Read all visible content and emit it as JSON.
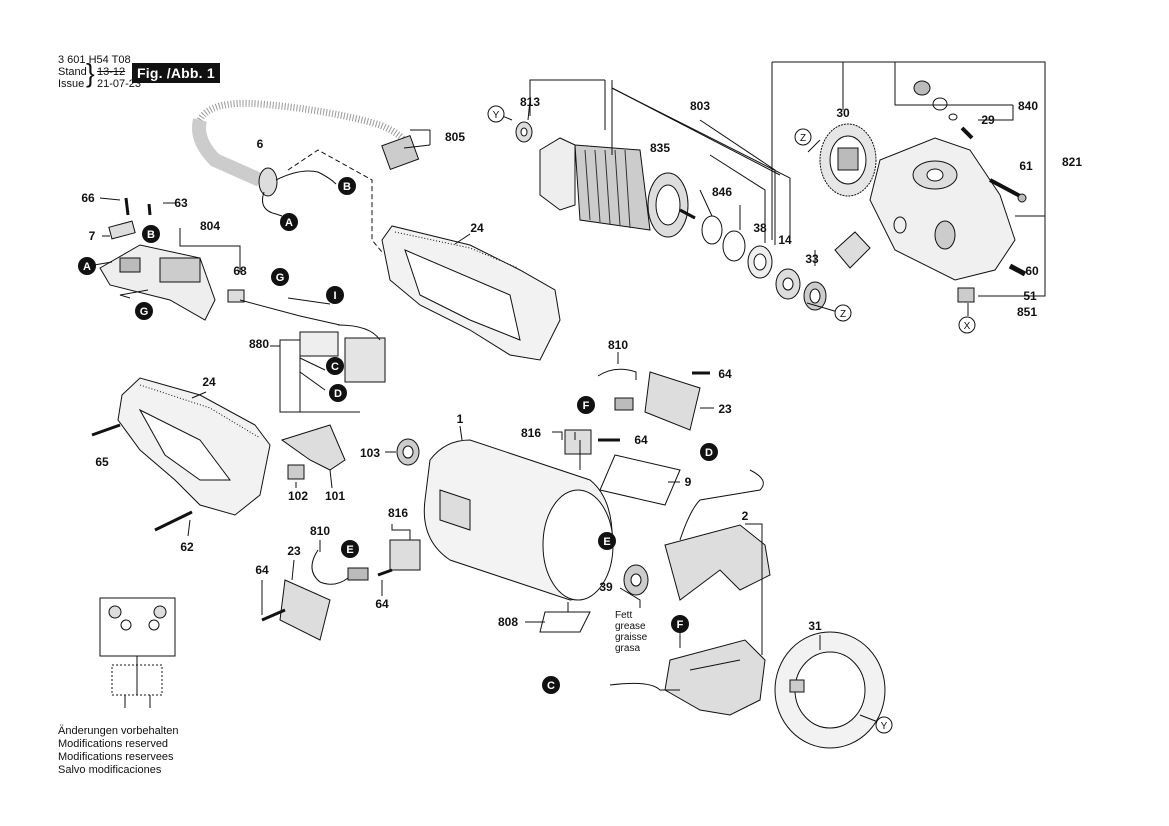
{
  "header": {
    "doc_number": "3 601 H54 T08",
    "stand_label": "Stand",
    "issue_label": "Issue",
    "old_date": "13-12",
    "new_date": "21-07-23",
    "figure_label": "Fig. /Abb. 1"
  },
  "notes": [
    "Änderungen vorbehalten",
    "Modifications reserved",
    "Modifications reservees",
    "Salvo modificaciones"
  ],
  "grease_note": [
    "Fett",
    "grease",
    "graisse",
    "grasa"
  ],
  "parts": {
    "p813": "813",
    "p803": "803",
    "p805": "805",
    "p835": "835",
    "p846": "846",
    "p38": "38",
    "p14": "14",
    "p33": "33",
    "p30": "30",
    "p840": "840",
    "p29": "29",
    "p821": "821",
    "p61": "61",
    "p60": "60",
    "p51": "51",
    "p851": "851",
    "p6": "6",
    "p66": "66",
    "p63": "63",
    "p804": "804",
    "p7": "7",
    "p68": "68",
    "p24a": "24",
    "p880": "880",
    "p24b": "24",
    "p65": "65",
    "p102": "102",
    "p101": "101",
    "p62": "62",
    "p810a": "810",
    "p64a": "64",
    "p23a": "23",
    "p816a": "816",
    "p64b": "64",
    "p1": "1",
    "p103": "103",
    "p9": "9",
    "p816b": "816",
    "p810b": "810",
    "p23b": "23",
    "p64c": "64",
    "p64d": "64",
    "p2": "2",
    "p39": "39",
    "p808": "808",
    "p31": "31"
  },
  "callouts": {
    "A": "A",
    "B": "B",
    "C": "C",
    "D": "D",
    "E": "E",
    "F": "F",
    "G": "G",
    "I": "I",
    "X": "X",
    "Y": "Y",
    "Z": "Z"
  }
}
